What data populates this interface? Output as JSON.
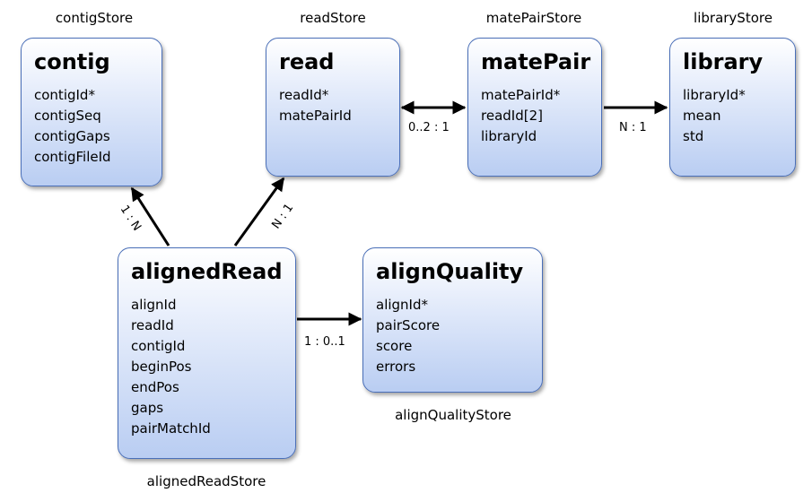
{
  "stores": {
    "contig": "contigStore",
    "read": "readStore",
    "matePair": "matePairStore",
    "library": "libraryStore",
    "alignedRead": "alignedReadStore",
    "alignQuality": "alignQualityStore"
  },
  "entities": {
    "contig": {
      "title": "contig",
      "fields": [
        "contigId*",
        "contigSeq",
        "contigGaps",
        "contigFileId"
      ]
    },
    "read": {
      "title": "read",
      "fields": [
        "readId*",
        "matePairId"
      ]
    },
    "matePair": {
      "title": "matePair",
      "fields": [
        "matePairId*",
        "readId[2]",
        "libraryId"
      ]
    },
    "library": {
      "title": "library",
      "fields": [
        "libraryId*",
        "mean",
        "std"
      ]
    },
    "alignedRead": {
      "title": "alignedRead",
      "fields": [
        "alignId",
        "readId",
        "contigId",
        "beginPos",
        "endPos",
        "gaps",
        "pairMatchId"
      ]
    },
    "alignQuality": {
      "title": "alignQuality",
      "fields": [
        "alignId*",
        "pairScore",
        "score",
        "errors"
      ]
    }
  },
  "relations": {
    "alignedRead_contig": "1 : N",
    "alignedRead_read": "N : 1",
    "read_matePair": "0..2 : 1",
    "matePair_library": "N : 1",
    "alignedRead_alignQuality": "1 : 0..1"
  },
  "colors": {
    "box_border": "#4a6fb8",
    "box_fill_top": "#ffffff",
    "box_fill_bottom": "#b9cdf2",
    "connector": "#000000"
  }
}
